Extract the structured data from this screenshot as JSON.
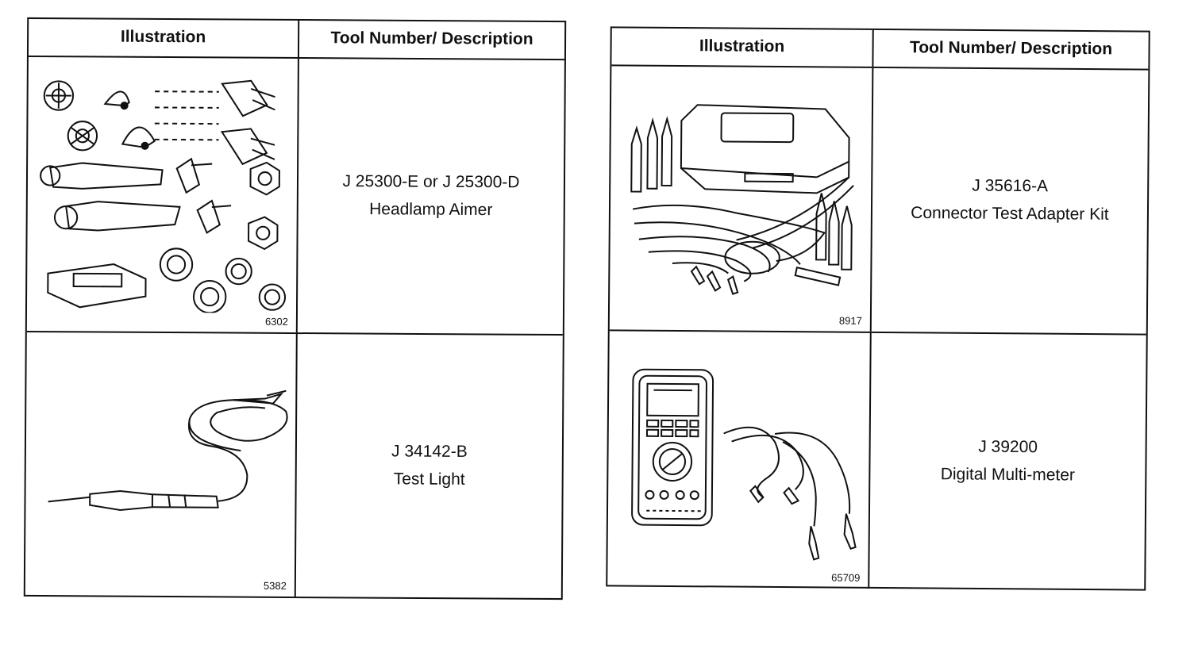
{
  "tables": [
    {
      "header": {
        "illustration": "Illustration",
        "tool": "Tool Number/ Description"
      },
      "rows": [
        {
          "fig": "6302",
          "tool_number": "J 25300-E or J 25300-D",
          "description": "Headlamp Aimer",
          "icon": "headlamp-aimer-kit"
        },
        {
          "fig": "5382",
          "tool_number": "J 34142-B",
          "description": "Test Light",
          "icon": "test-light-probe"
        }
      ]
    },
    {
      "header": {
        "illustration": "Illustration",
        "tool": "Tool Number/ Description"
      },
      "rows": [
        {
          "fig": "8917",
          "tool_number": "J 35616-A",
          "description": "Connector Test Adapter Kit",
          "icon": "connector-adapter-kit"
        },
        {
          "fig": "65709",
          "tool_number": "J 39200",
          "description": "Digital Multi-meter",
          "icon": "digital-multimeter"
        }
      ]
    }
  ]
}
